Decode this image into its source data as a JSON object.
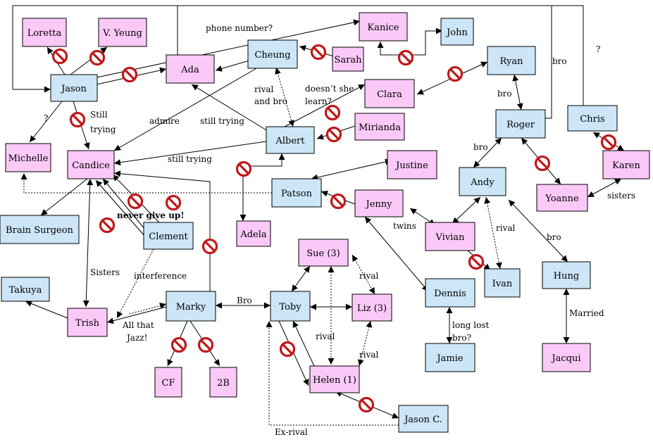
{
  "colors": {
    "blue_node": "#cce6f7",
    "pink_node": "#fbc9f7",
    "node_border": "#000000",
    "edge": "#000000",
    "no_sign": "#c0181a"
  },
  "nodes": [
    {
      "id": "loretta",
      "label": "Loretta",
      "color": "pink"
    },
    {
      "id": "vyeung",
      "label": "V. Yeung",
      "color": "pink"
    },
    {
      "id": "kanice",
      "label": "Kanice",
      "color": "pink"
    },
    {
      "id": "john",
      "label": "John",
      "color": "blue"
    },
    {
      "id": "cheung",
      "label": "Cheung",
      "color": "blue"
    },
    {
      "id": "sarah",
      "label": "Sarah",
      "color": "pink"
    },
    {
      "id": "ryan",
      "label": "Ryan",
      "color": "blue"
    },
    {
      "id": "jason",
      "label": "Jason",
      "color": "blue"
    },
    {
      "id": "ada",
      "label": "Ada",
      "color": "pink"
    },
    {
      "id": "clara",
      "label": "Clara",
      "color": "pink"
    },
    {
      "id": "chris",
      "label": "Chris",
      "color": "blue"
    },
    {
      "id": "roger",
      "label": "Roger",
      "color": "blue"
    },
    {
      "id": "mirianda",
      "label": "Mirianda",
      "color": "pink"
    },
    {
      "id": "albert",
      "label": "Albert",
      "color": "blue"
    },
    {
      "id": "michelle",
      "label": "Michelle",
      "color": "pink"
    },
    {
      "id": "candice",
      "label": "Candice",
      "color": "pink"
    },
    {
      "id": "justine",
      "label": "Justine",
      "color": "pink"
    },
    {
      "id": "karen",
      "label": "Karen",
      "color": "pink"
    },
    {
      "id": "andy",
      "label": "Andy",
      "color": "blue"
    },
    {
      "id": "patson",
      "label": "Patson",
      "color": "blue"
    },
    {
      "id": "jenny",
      "label": "Jenny",
      "color": "pink"
    },
    {
      "id": "yoanne",
      "label": "Yoanne",
      "color": "pink"
    },
    {
      "id": "brain",
      "label": "Brain Surgeon",
      "color": "blue"
    },
    {
      "id": "clement",
      "label": "Clement",
      "color": "blue"
    },
    {
      "id": "adela",
      "label": "Adela",
      "color": "pink"
    },
    {
      "id": "vivian",
      "label": "Vivian",
      "color": "pink"
    },
    {
      "id": "sue",
      "label": "Sue (3)",
      "color": "pink"
    },
    {
      "id": "hung",
      "label": "Hung",
      "color": "blue"
    },
    {
      "id": "ivan",
      "label": "Ivan",
      "color": "blue"
    },
    {
      "id": "takuya",
      "label": "Takuya",
      "color": "blue"
    },
    {
      "id": "dennis",
      "label": "Dennis",
      "color": "blue"
    },
    {
      "id": "marky",
      "label": "Marky",
      "color": "blue"
    },
    {
      "id": "toby",
      "label": "Toby",
      "color": "blue"
    },
    {
      "id": "liz",
      "label": "Liz (3)",
      "color": "pink"
    },
    {
      "id": "trish",
      "label": "Trish",
      "color": "pink"
    },
    {
      "id": "jamie",
      "label": "Jamie",
      "color": "blue"
    },
    {
      "id": "jacqui",
      "label": "Jacqui",
      "color": "pink"
    },
    {
      "id": "cf",
      "label": "CF",
      "color": "pink"
    },
    {
      "id": "twob",
      "label": "2B",
      "color": "pink"
    },
    {
      "id": "helen",
      "label": "Helen (1)",
      "color": "pink"
    },
    {
      "id": "jasonc",
      "label": "Jason C.",
      "color": "blue"
    }
  ],
  "labels": [
    {
      "id": "phone",
      "text": "phone number?"
    },
    {
      "id": "q1",
      "text": "?"
    },
    {
      "id": "bro1",
      "text": "bro"
    },
    {
      "id": "bro2",
      "text": "bro"
    },
    {
      "id": "rival1a",
      "text": "rival"
    },
    {
      "id": "rival1b",
      "text": "and bro"
    },
    {
      "id": "learn1",
      "text": "doesn’t she"
    },
    {
      "id": "learn2",
      "text": "learn?"
    },
    {
      "id": "q2",
      "text": "?"
    },
    {
      "id": "still1a",
      "text": "Still"
    },
    {
      "id": "still1b",
      "text": "trying"
    },
    {
      "id": "admire",
      "text": "admire"
    },
    {
      "id": "still2",
      "text": "still trying"
    },
    {
      "id": "still3",
      "text": "still trying"
    },
    {
      "id": "bro3",
      "text": "bro"
    },
    {
      "id": "sisters1",
      "text": "sisters"
    },
    {
      "id": "nevergive",
      "text": "never give up!"
    },
    {
      "id": "twins",
      "text": "twins"
    },
    {
      "id": "rival2",
      "text": "rival"
    },
    {
      "id": "bro4",
      "text": "bro"
    },
    {
      "id": "sisters2",
      "text": "Sisters"
    },
    {
      "id": "interference",
      "text": "interference"
    },
    {
      "id": "rival3",
      "text": "rival"
    },
    {
      "id": "broM",
      "text": "Bro"
    },
    {
      "id": "married",
      "text": "Married"
    },
    {
      "id": "jazz1",
      "text": "All that"
    },
    {
      "id": "jazz2",
      "text": "Jazz!"
    },
    {
      "id": "longlost1",
      "text": "long lost"
    },
    {
      "id": "longlost2",
      "text": "bro?"
    },
    {
      "id": "rival4",
      "text": "rival"
    },
    {
      "id": "rival5",
      "text": "rival"
    },
    {
      "id": "exrival",
      "text": "Ex-rival"
    }
  ]
}
